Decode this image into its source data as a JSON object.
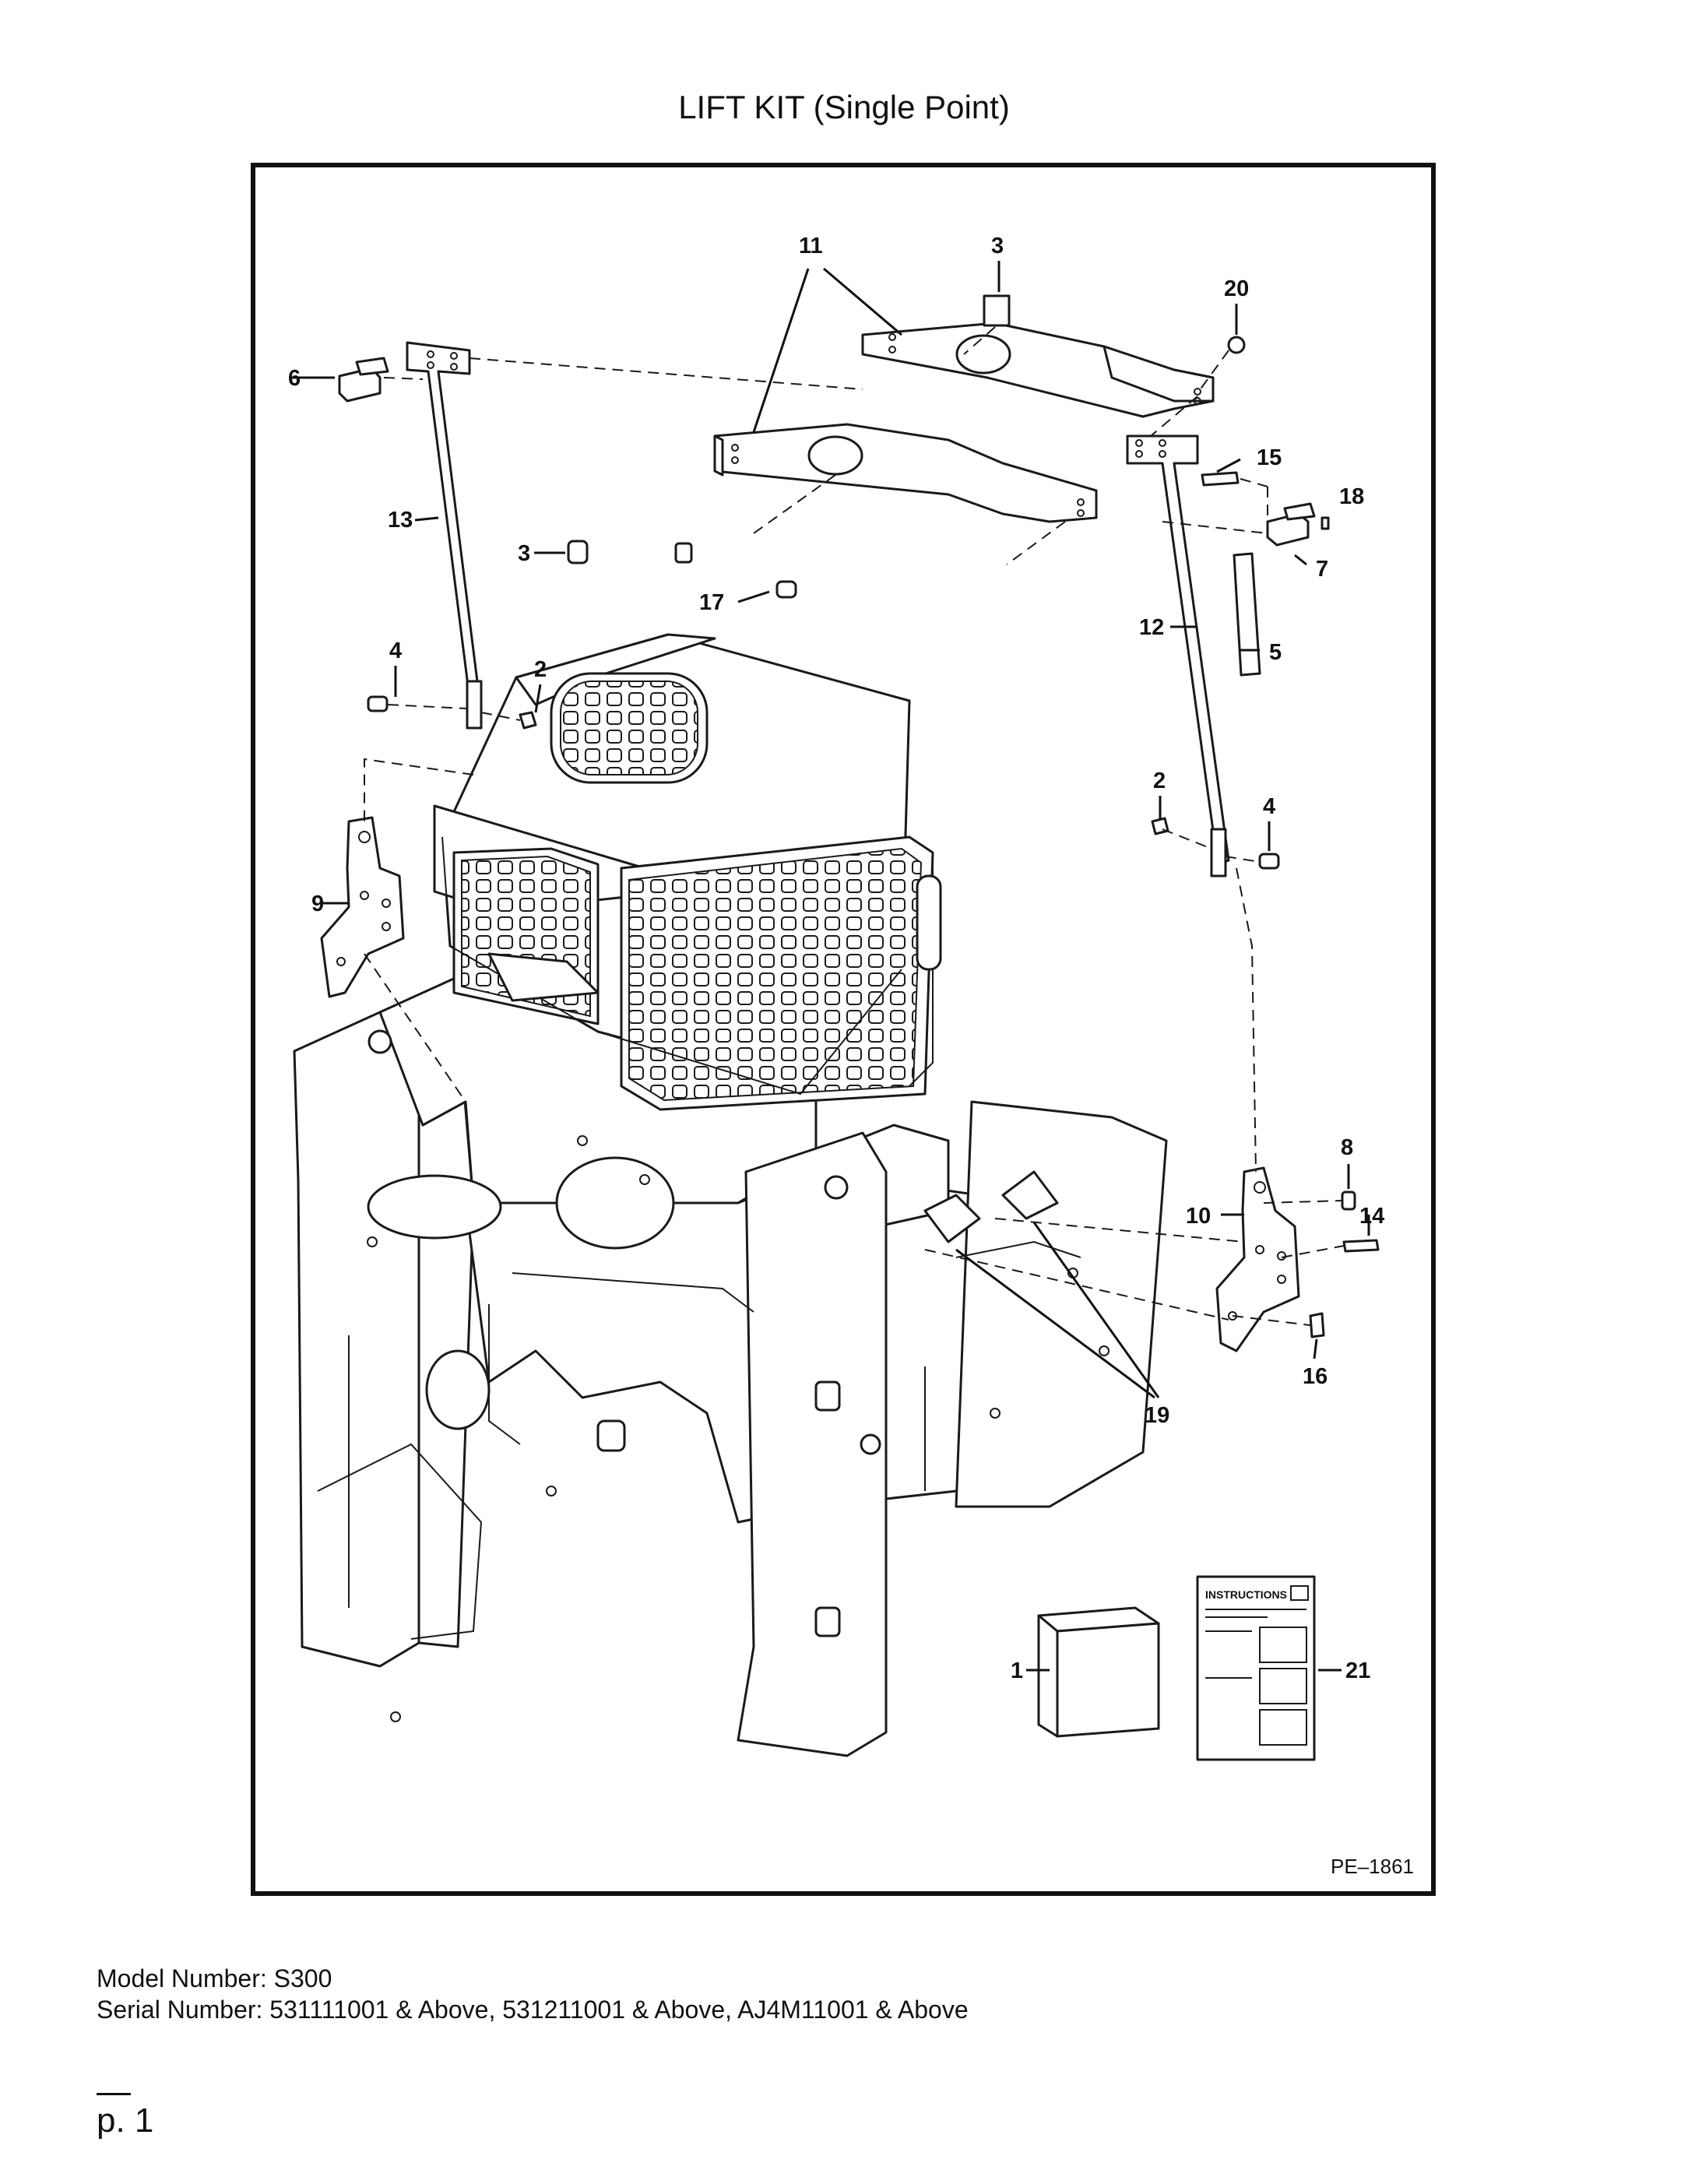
{
  "title": "LIFT KIT (Single Point)",
  "figure_id": "PE–1861",
  "callouts": {
    "c1": "1",
    "c2a": "2",
    "c2b": "2",
    "c3a": "3",
    "c3b": "3",
    "c4a": "4",
    "c4b": "4",
    "c5": "5",
    "c6": "6",
    "c7": "7",
    "c8": "8",
    "c9": "9",
    "c10": "10",
    "c11": "11",
    "c12": "12",
    "c13": "13",
    "c14": "14",
    "c15": "15",
    "c16": "16",
    "c17": "17",
    "c18": "18",
    "c19": "19",
    "c20": "20",
    "c21": "21"
  },
  "instructions_label": "INSTRUCTIONS",
  "model_number": "Model Number: S300",
  "serial_number": "Serial Number: 531111001 & Above, 531211001 & Above, AJ4M11001 & Above",
  "page_number": "p. 1"
}
